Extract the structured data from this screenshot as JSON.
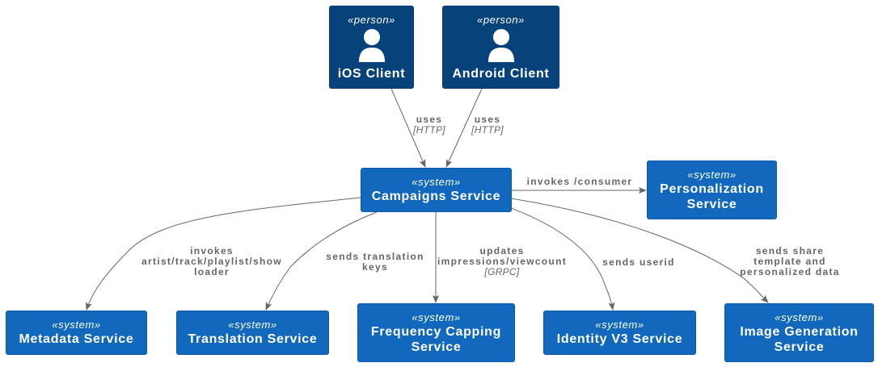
{
  "diagram": {
    "type": "C4 system context",
    "colors": {
      "person": "#08427b",
      "system": "#1168bd",
      "edge": "#666666",
      "label": "#666666"
    },
    "nodes": {
      "ios": {
        "stereotype": "«person»",
        "name": "iOS Client",
        "icon": "person-icon"
      },
      "android": {
        "stereotype": "«person»",
        "name": "Android Client",
        "icon": "person-icon"
      },
      "campaigns": {
        "stereotype": "«system»",
        "name": "Campaigns Service"
      },
      "personalization": {
        "stereotype": "«system»",
        "name_lines": [
          "Personalization",
          "Service"
        ]
      },
      "metadata": {
        "stereotype": "«system»",
        "name": "Metadata Service"
      },
      "translation": {
        "stereotype": "«system»",
        "name": "Translation Service"
      },
      "frequency": {
        "stereotype": "«system»",
        "name_lines": [
          "Frequency Capping",
          "Service"
        ]
      },
      "identity": {
        "stereotype": "«system»",
        "name": "Identity V3 Service"
      },
      "imagegen": {
        "stereotype": "«system»",
        "name_lines": [
          "Image Generation",
          "Service"
        ]
      }
    },
    "edges": [
      {
        "id": "ios-campaigns",
        "from": "iOS Client",
        "to": "Campaigns Service",
        "label_lines": [
          "uses"
        ],
        "tech": "[HTTP]"
      },
      {
        "id": "android-campaigns",
        "from": "Android Client",
        "to": "Campaigns Service",
        "label_lines": [
          "uses"
        ],
        "tech": "[HTTP]"
      },
      {
        "id": "campaigns-personalization",
        "from": "Campaigns Service",
        "to": "Personalization Service",
        "label_lines": [
          "invokes /consumer"
        ]
      },
      {
        "id": "campaigns-metadata",
        "from": "Campaigns Service",
        "to": "Metadata Service",
        "label_lines": [
          "invokes",
          "artist/track/playlist/show",
          "loader"
        ]
      },
      {
        "id": "campaigns-translation",
        "from": "Campaigns Service",
        "to": "Translation Service",
        "label_lines": [
          "sends translation",
          "keys"
        ]
      },
      {
        "id": "campaigns-frequency",
        "from": "Campaigns Service",
        "to": "Frequency Capping Service",
        "label_lines": [
          "updates",
          "impressions/viewcount"
        ],
        "tech": "[GRPC]"
      },
      {
        "id": "campaigns-identity",
        "from": "Campaigns Service",
        "to": "Identity V3 Service",
        "label_lines": [
          "sends userid"
        ]
      },
      {
        "id": "campaigns-imagegen",
        "from": "Campaigns Service",
        "to": "Image Generation Service",
        "label_lines": [
          "sends share",
          "template and",
          "personalized data"
        ]
      }
    ]
  }
}
